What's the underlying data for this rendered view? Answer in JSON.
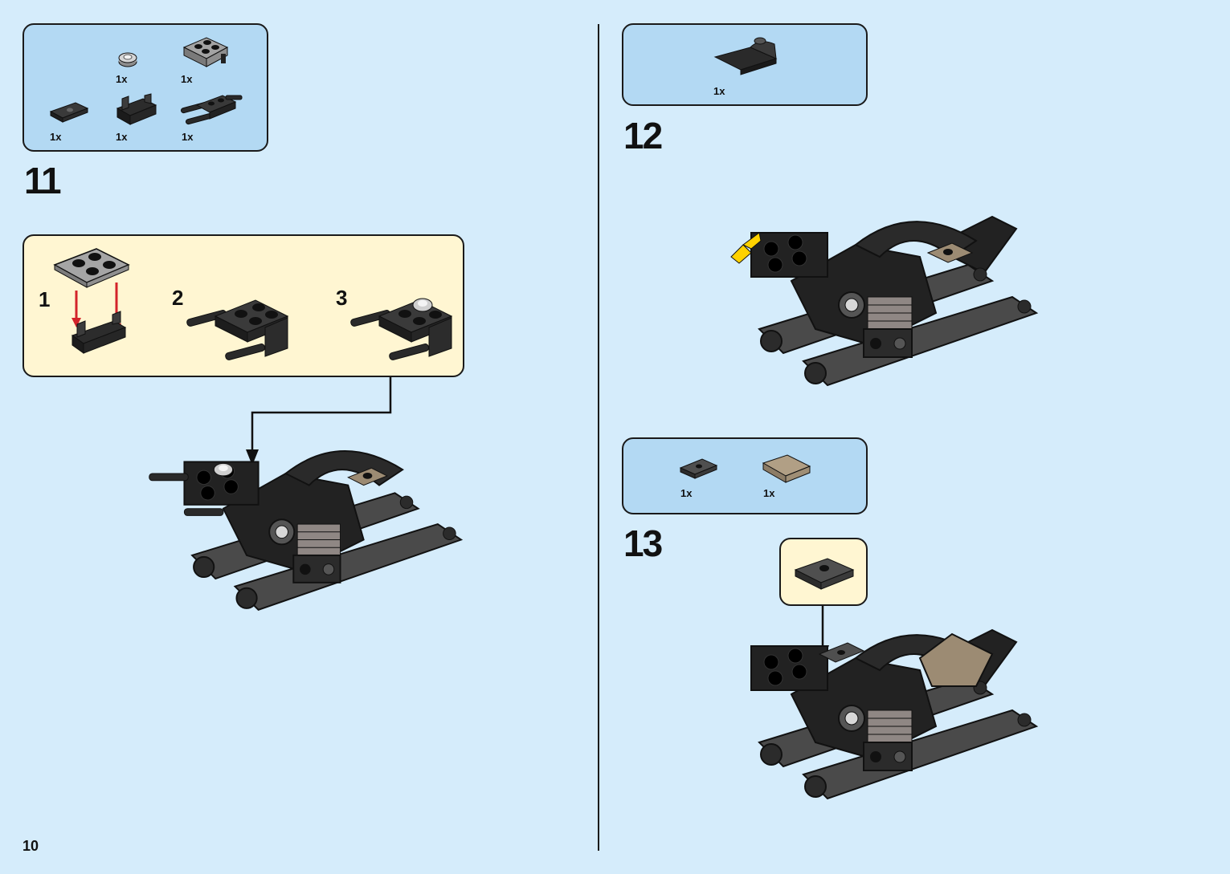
{
  "page_number": "10",
  "colors": {
    "background": "#d5ecfb",
    "parts_box": "#b3d9f3",
    "substep_box": "#fff6d2",
    "arrow_red": "#d3232a",
    "arrow_yellow": "#ffd200"
  },
  "steps": [
    {
      "number": "11",
      "parts": [
        {
          "icon": "round-plate-1x1-icon",
          "qty": "1x"
        },
        {
          "icon": "plate-2x2-pins-icon",
          "qty": "1x"
        },
        {
          "icon": "plate-1x2-icon",
          "qty": "1x"
        },
        {
          "icon": "bracket-icon",
          "qty": "1x"
        },
        {
          "icon": "bar-holder-icon",
          "qty": "1x"
        }
      ],
      "substeps": [
        {
          "number": "1"
        },
        {
          "number": "2"
        },
        {
          "number": "3"
        }
      ]
    },
    {
      "number": "12",
      "parts": [
        {
          "icon": "slope-curved-black-icon",
          "qty": "1x"
        }
      ]
    },
    {
      "number": "13",
      "parts": [
        {
          "icon": "jumper-plate-icon",
          "qty": "1x"
        },
        {
          "icon": "slope-curved-tan-icon",
          "qty": "1x"
        }
      ]
    }
  ]
}
